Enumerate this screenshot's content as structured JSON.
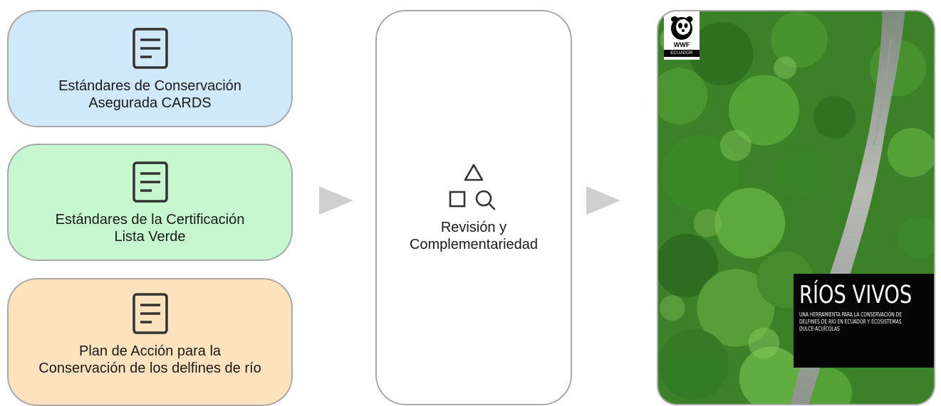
{
  "sources": [
    {
      "id": "cards",
      "label_line1": "Estándares de Conservación",
      "label_line2": "Asegurada CARDS",
      "color": "#cfe9fb"
    },
    {
      "id": "lista_verde",
      "label_line1": "Estándares de la Certificación",
      "label_line2": "Lista Verde",
      "color": "#c6f7cf"
    },
    {
      "id": "plan_accion",
      "label_line1": "Plan de Acción para la",
      "label_line2": "Conservación de los delfines de río",
      "color": "#fde3bd"
    }
  ],
  "process": {
    "label_line1": "Revisión y",
    "label_line2": "Complementariedad",
    "icon": "shapes-search-icon"
  },
  "output": {
    "logo_text": "WWF",
    "logo_country": "ECUADOR",
    "title": "RÍOS VIVOS",
    "subtitle_lines": [
      "UNA HERRAMIENTA PARA LA CONSERVACIÓN DE",
      "DELFINES DE RÍO EN ECUADOR Y ECOSISTEMAS",
      "DULCE-ACUÍCOLAS"
    ]
  },
  "colors": {
    "border": "#a9a9a9",
    "arrow": "#cfcfcf",
    "forest": "#3f8a2c",
    "river": "#a8a9a3"
  }
}
